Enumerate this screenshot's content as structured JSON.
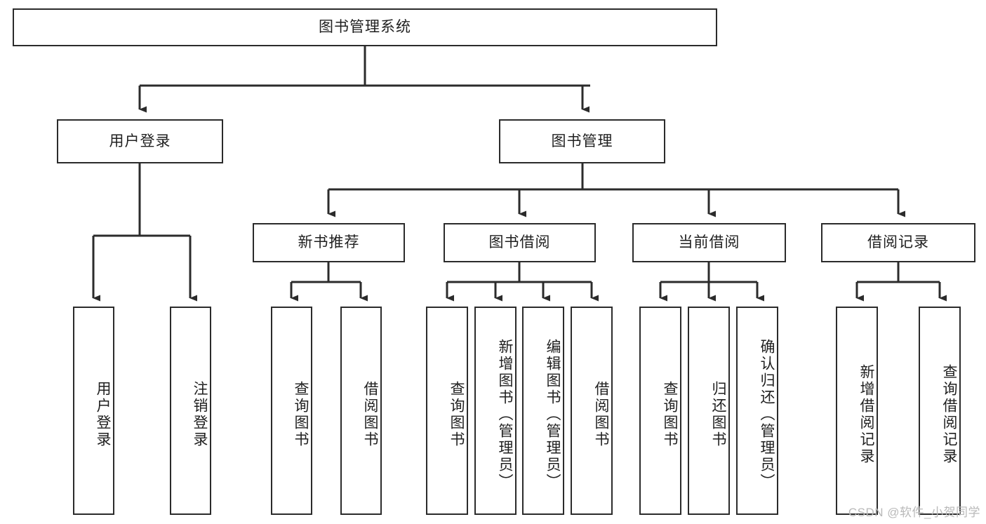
{
  "diagram": {
    "title": "图书管理系统",
    "type": "hierarchy-tree",
    "watermark": "CSDN @软件_小贺同学",
    "colors": {
      "border": "#2b2b2b",
      "text": "#1f1f1f",
      "background": "#ffffff",
      "watermark": "#b9b9b9"
    },
    "nodes": {
      "root": {
        "label": "图书管理系统"
      },
      "level1": [
        {
          "label": "用户登录"
        },
        {
          "label": "图书管理"
        }
      ],
      "level2": [
        {
          "label": "新书推荐"
        },
        {
          "label": "图书借阅"
        },
        {
          "label": "当前借阅"
        },
        {
          "label": "借阅记录"
        }
      ],
      "leaves_user_login": [
        {
          "label": "用户登录"
        },
        {
          "label": "注销登录"
        }
      ],
      "leaves_new_book": [
        {
          "label": "查询图书"
        },
        {
          "label": "借阅图书"
        }
      ],
      "leaves_borrow": [
        {
          "label": "查询图书"
        },
        {
          "label": "新增图书（管理员）"
        },
        {
          "label": "编辑图书（管理员）"
        },
        {
          "label": "借阅图书"
        }
      ],
      "leaves_current": [
        {
          "label": "查询图书"
        },
        {
          "label": "归还图书"
        },
        {
          "label": "确认归还（管理员）"
        }
      ],
      "leaves_record": [
        {
          "label": "新增借阅记录"
        },
        {
          "label": "查询借阅记录"
        }
      ]
    }
  }
}
